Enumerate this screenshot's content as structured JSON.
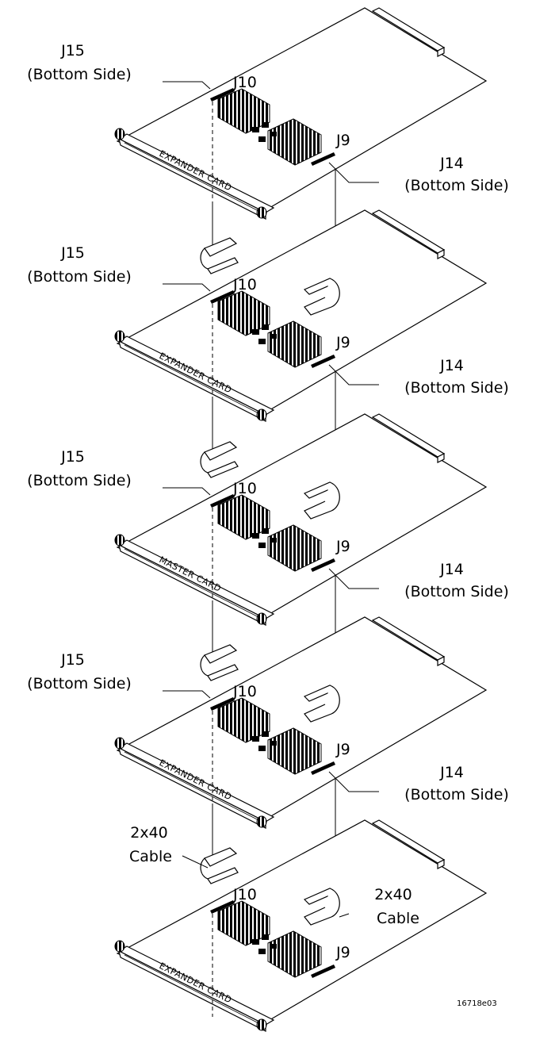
{
  "cards": [
    {
      "card_label": "EXPANDER CARD",
      "left_connector": "J10",
      "right_connector": "J9",
      "left_callout": {
        "name": "J15",
        "note": "(Bottom Side)"
      },
      "right_callout": {
        "name": "J14",
        "note": "(Bottom Side)"
      }
    },
    {
      "card_label": "EXPANDER CARD",
      "left_connector": "J10",
      "right_connector": "J9",
      "left_callout": {
        "name": "J15",
        "note": "(Bottom Side)"
      },
      "right_callout": {
        "name": "J14",
        "note": "(Bottom Side)"
      }
    },
    {
      "card_label": "MASTER CARD",
      "left_connector": "J10",
      "right_connector": "J9",
      "left_callout": {
        "name": "J15",
        "note": "(Bottom Side)"
      },
      "right_callout": {
        "name": "J14",
        "note": "(Bottom Side)"
      }
    },
    {
      "card_label": "EXPANDER CARD",
      "left_connector": "J10",
      "right_connector": "J9",
      "left_callout": {
        "name": "J15",
        "note": "(Bottom Side)"
      },
      "right_callout": {
        "name": "J14",
        "note": "(Bottom Side)"
      }
    },
    {
      "card_label": "EXPANDER CARD",
      "left_connector": "J10",
      "right_connector": "J9",
      "left_callout": {
        "name": "2x40",
        "note": "Cable"
      },
      "right_callout": {
        "name": "2x40",
        "note": "Cable"
      }
    }
  ],
  "figure_id": "16718e03"
}
